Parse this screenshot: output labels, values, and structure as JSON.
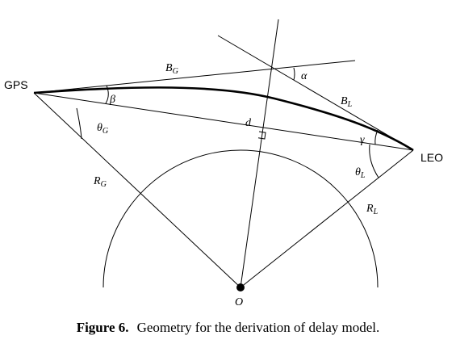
{
  "labels": {
    "gps": "GPS",
    "leo": "LEO",
    "origin": "O",
    "bg": {
      "main": "B",
      "sub": "G"
    },
    "bl": {
      "main": "B",
      "sub": "L"
    },
    "rg": {
      "main": "R",
      "sub": "G"
    },
    "rl": {
      "main": "R",
      "sub": "L"
    },
    "theta_g": {
      "main": "θ",
      "sub": "G"
    },
    "theta_l": {
      "main": "θ",
      "sub": "L"
    },
    "alpha": "α",
    "beta": "β",
    "gamma": "γ",
    "d": "d"
  },
  "caption": {
    "number": "Figure 6.",
    "text": "Geometry for the derivation of delay model."
  }
}
